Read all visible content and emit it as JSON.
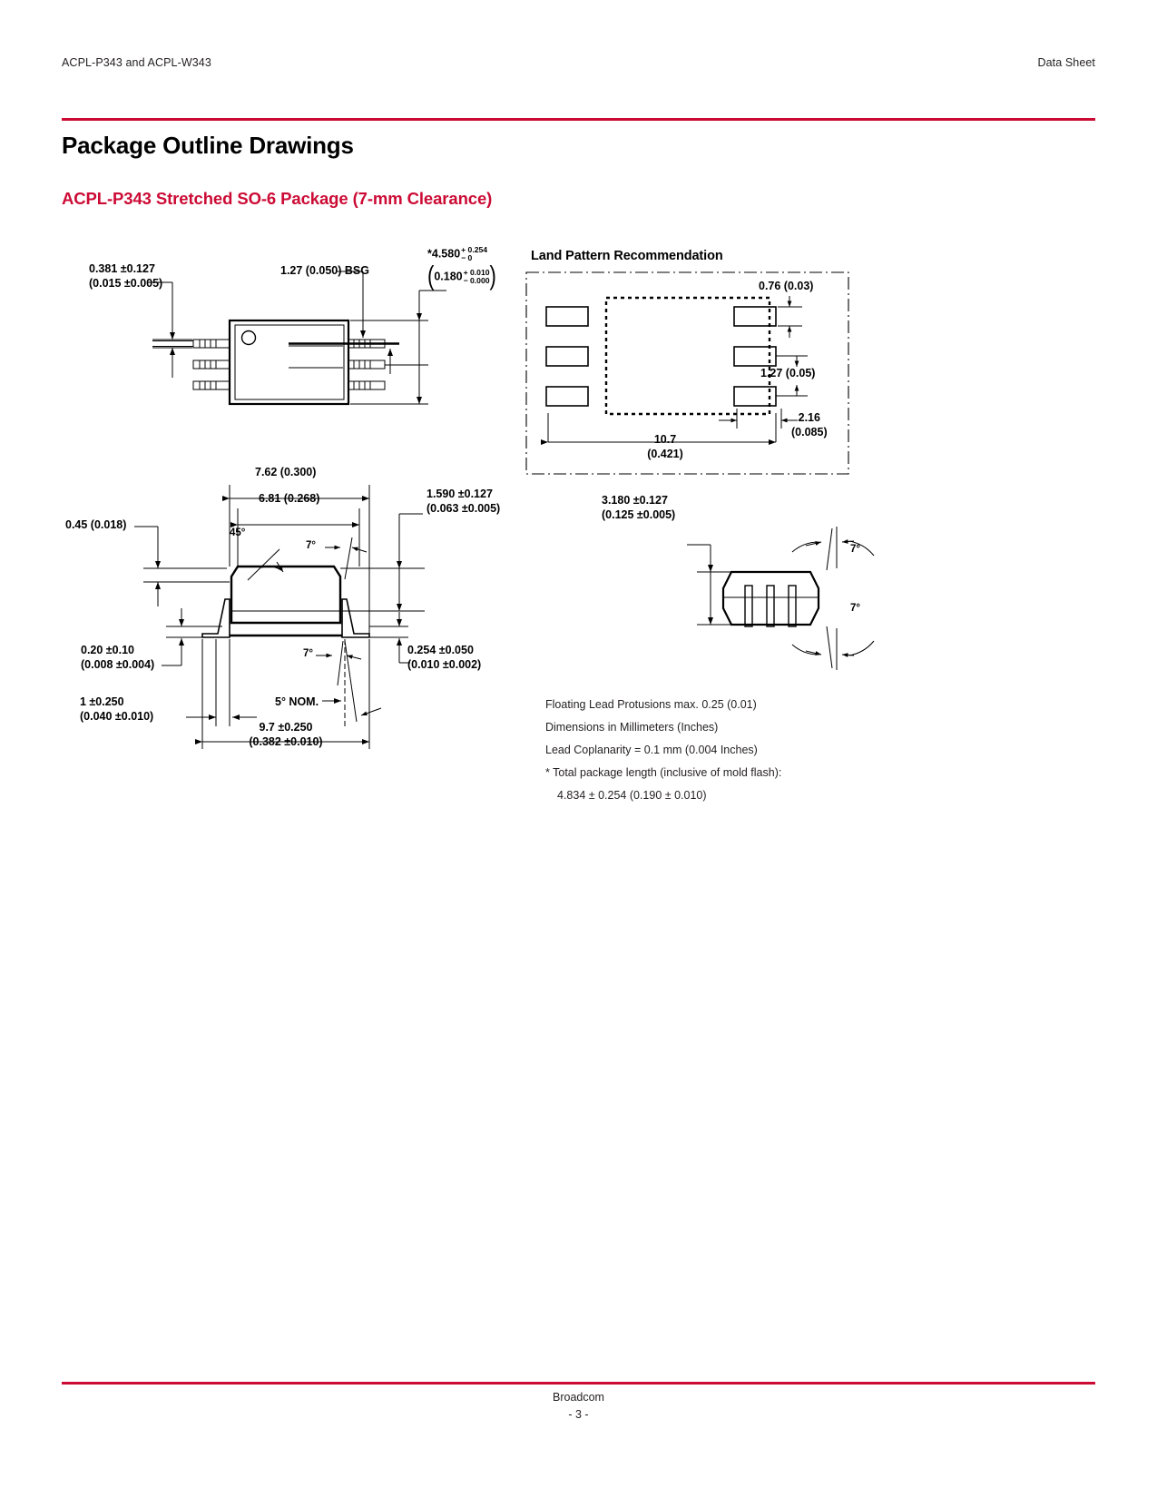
{
  "header": {
    "left": "ACPL-P343 and ACPL-W343",
    "right": "Data Sheet"
  },
  "page_title": "Package Outline Drawings",
  "section_title": "ACPL-P343 Stretched SO-6 Package (7-mm Clearance)",
  "colors": {
    "accent_red": "#CC0B35",
    "text": "#231f20",
    "line": "#000000"
  },
  "top_view": {
    "lead_thickness_mm": "0.381 ±0.127",
    "lead_thickness_in": "(0.015 ±0.005)",
    "pitch": "1.27 (0.050) BSG",
    "length_mm_value": "*4.580",
    "length_mm_tol_plus": "+ 0.254",
    "length_mm_tol_minus": "− 0",
    "length_in_value": "0.180",
    "length_in_tol_plus": "+ 0.010",
    "length_in_tol_minus": "− 0.000"
  },
  "land_pattern": {
    "title": "Land Pattern Recommendation",
    "pad_width": "0.76 (0.03)",
    "pad_pitch": "1.27 (0.05)",
    "pad_length_mm": "2.16",
    "pad_length_in": "(0.085)",
    "span_mm": "10.7",
    "span_in": "(0.421)"
  },
  "side_view": {
    "body_span_outer": "7.62 (0.300)",
    "body_span_inner": "6.81 (0.268)",
    "standoff": "0.45 (0.018)",
    "chamfer_angle": "45°",
    "draft_angle_top": "7°",
    "draft_angle_bottom": "7°",
    "body_height_mm": "1.590 ±0.127",
    "body_height_in": "(0.063 ±0.005)",
    "lead_thick_mm": "0.20 ±0.10",
    "lead_thick_in": "(0.008 ±0.004)",
    "lead_frame_mm": "0.254 ±0.050",
    "lead_frame_in": "(0.010 ±0.002)",
    "foot_length_mm": "1 ±0.250",
    "foot_length_in": "(0.040 ±0.010)",
    "lead_span_mm": "9.7 ±0.250",
    "lead_span_in": "(0.382 ±0.010)",
    "nominal_angle": "5° NOM."
  },
  "end_view": {
    "width_mm": "3.180 ±0.127",
    "width_in": "(0.125 ±0.005)",
    "draft_top": "7°",
    "draft_bottom": "7°"
  },
  "notes": [
    "Floating Lead Protusions max. 0.25 (0.01)",
    "Dimensions in Millimeters (Inches)",
    "Lead Coplanarity = 0.1 mm (0.004 Inches)",
    "* Total package length (inclusive of mold flash):",
    "4.834 ± 0.254 (0.190 ± 0.010)"
  ],
  "footer": {
    "company": "Broadcom",
    "page_number": "- 3 -"
  }
}
